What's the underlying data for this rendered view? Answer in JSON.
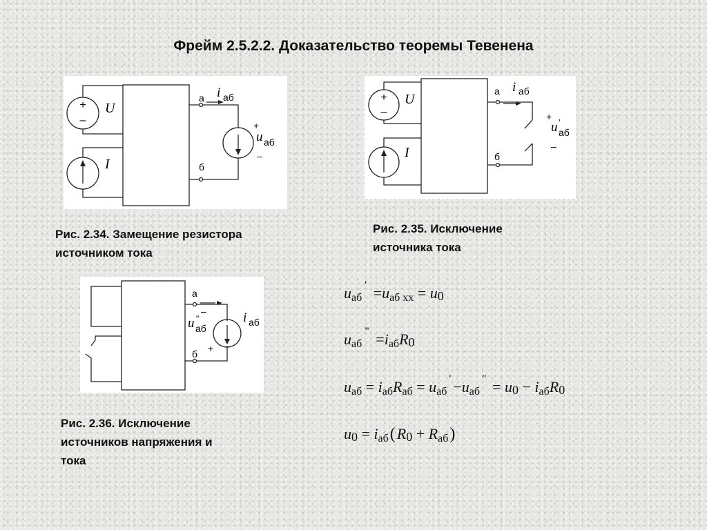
{
  "title": "Фрейм 2.5.2.2. Доказательство теоремы Тевенена",
  "figures": [
    {
      "caption_line1": "Рис. 2.34. Замещение резистора",
      "caption_line2": "источником тока",
      "labels": {
        "u_source": "U",
        "i_source": "I",
        "node_a": "a",
        "node_b": "б",
        "current": "i",
        "current_sub": "аб",
        "voltage": "u",
        "voltage_sub": "аб",
        "plus": "+",
        "minus": "–"
      }
    },
    {
      "caption_line1": "Рис. 2.35. Исключение",
      "caption_line2": "источника тока",
      "labels": {
        "u_source": "U",
        "i_source": "I",
        "node_a": "a",
        "node_b": "б",
        "current": "i",
        "current_sub": "аб",
        "voltage": "u",
        "voltage_prime": "'",
        "voltage_sub": "аб",
        "plus": "+",
        "minus": "–"
      }
    },
    {
      "caption_line1": "Рис. 2.36. Исключение",
      "caption_line2": "источников напряжения и",
      "caption_line3": "тока",
      "labels": {
        "node_a": "a",
        "node_b": "б",
        "current": "i",
        "current_sub": "аб",
        "voltage": "u",
        "voltage_prime": "\"",
        "voltage_sub": "аб",
        "plus": "+",
        "minus": "–"
      }
    }
  ],
  "formulas": {
    "f1": {
      "u": "u",
      "sub": "аб",
      "prime": "'",
      "eq1": "=",
      "u2": "u",
      "sub2": "аб хх",
      "eq2": "=",
      "u3": "u",
      "sub3": "0"
    },
    "f2": {
      "u": "u",
      "sub": "аб",
      "prime": "\"",
      "eq1": "=",
      "i": "i",
      "sub2": "аб",
      "R": "R",
      "sub3": "0"
    },
    "f3": {
      "u": "u",
      "sub": "аб",
      "eq1": "=",
      "i": "i",
      "sub2": "аб",
      "R": "R",
      "sub3": "аб",
      "eq2": "=",
      "u2": "u",
      "sub4": "аб",
      "prime1": "'",
      "minus1": "−",
      "u3": "u",
      "sub5": "аб",
      "prime2": "\"",
      "eq3": "=",
      "u4": "u",
      "sub6": "0",
      "minus2": "−",
      "i2": "i",
      "sub7": "аб",
      "R2": "R",
      "sub8": "0"
    },
    "f4": {
      "u": "u",
      "sub": "0",
      "eq1": "=",
      "i": "i",
      "sub2": "аб",
      "lp": "(",
      "R": "R",
      "sub3": "0",
      "plus": "+",
      "R2": "R",
      "sub4": "аб",
      "rp": ")"
    }
  }
}
